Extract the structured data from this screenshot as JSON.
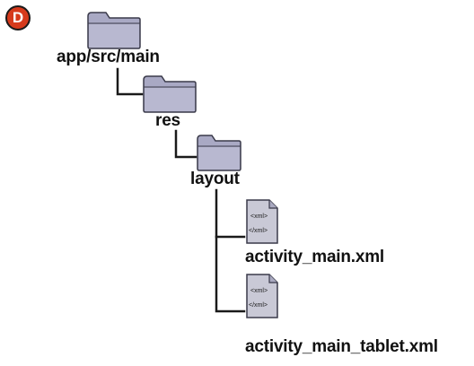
{
  "badge": "D",
  "tree": {
    "root": "app/src/main",
    "res": "res",
    "layout": "layout",
    "files": [
      "activity_main.xml",
      "activity_main_tablet.xml"
    ]
  },
  "file_icon_text": {
    "open_tag": "<xml>",
    "close_tag": "</xml>"
  }
}
